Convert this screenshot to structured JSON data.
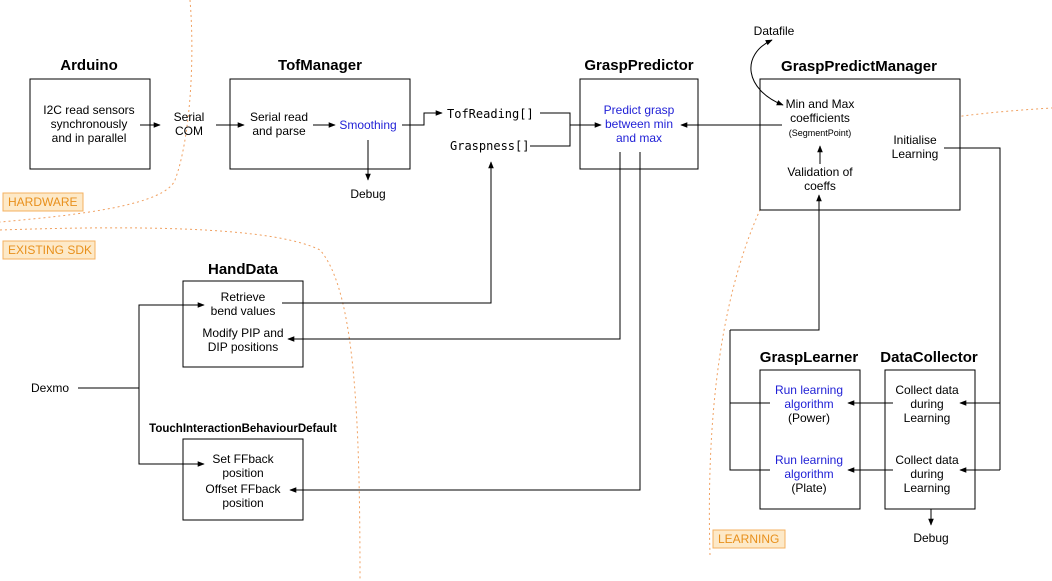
{
  "zones": {
    "hardware": "HARDWARE",
    "existing_sdk": "EXISTING SDK",
    "learning": "LEARNING"
  },
  "titles": {
    "arduino": "Arduino",
    "tof_manager": "TofManager",
    "grasp_predictor": "GraspPredictor",
    "grasp_predict_manager": "GraspPredictManager",
    "hand_data": "HandData",
    "touch_interaction": "TouchInteractionBehaviourDefault",
    "grasp_learner": "GraspLearner",
    "data_collector": "DataCollector"
  },
  "arduino": {
    "line1": "I2C read sensors",
    "line2": "synchronously",
    "line3": "and in parallel"
  },
  "serial_com": {
    "line1": "Serial",
    "line2": "COM"
  },
  "tof_manager": {
    "read_line1": "Serial read",
    "read_line2": "and parse",
    "smoothing": "Smoothing"
  },
  "debug_top": "Debug",
  "outputs": {
    "tof_reading": "TofReading[]",
    "graspness": "Graspness[]"
  },
  "grasp_predictor": {
    "line1": "Predict grasp",
    "line2": "between min",
    "line3": "and max"
  },
  "datafile": "Datafile",
  "grasp_predict_manager": {
    "coeff_line1": "Min and Max",
    "coeff_line2": "coefficients",
    "coeff_line3": "(SegmentPoint)",
    "validation_line1": "Validation of",
    "validation_line2": "coeffs",
    "init_line1": "Initialise",
    "init_line2": "Learning"
  },
  "hand_data": {
    "retrieve_line1": "Retrieve",
    "retrieve_line2": "bend values",
    "modify_line1": "Modify PIP and",
    "modify_line2": "DIP positions"
  },
  "dexmo": "Dexmo",
  "touch_interaction": {
    "set_line1": "Set FFback",
    "set_line2": "position",
    "offset_line1": "Offset FFback",
    "offset_line2": "position"
  },
  "grasp_learner": {
    "power_line1": "Run learning",
    "power_line2": "algorithm",
    "power_line3": "(Power)",
    "plate_line1": "Run learning",
    "plate_line2": "algorithm",
    "plate_line3": "(Plate)"
  },
  "data_collector": {
    "c1_line1": "Collect data",
    "c1_line2": "during",
    "c1_line3": "Learning",
    "c2_line1": "Collect data",
    "c2_line2": "during",
    "c2_line3": "Learning"
  },
  "debug_bottom": "Debug",
  "colors": {
    "blue_text": "#1f1fd6",
    "zone_line": "#f0a060",
    "tag_fill": "#fde9c8",
    "tag_text": "#e8901c"
  }
}
